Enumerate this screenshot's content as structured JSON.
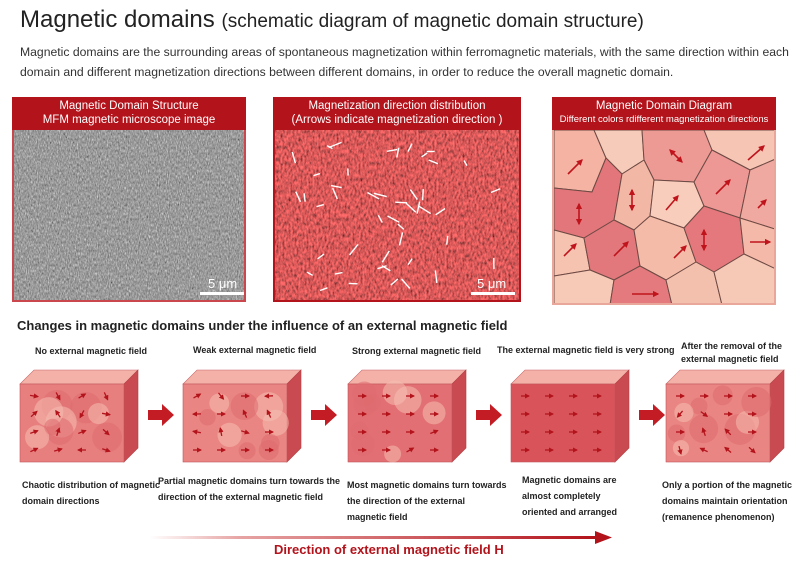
{
  "header": {
    "title_main": "Magnetic domains",
    "title_sub": "(schematic diagram of magnetic domain structure)",
    "intro": "Magnetic domains are the surrounding areas of spontaneous magnetization within ferromagnetic materials, with the same direction within each domain and different magnetization directions between different domains, in order to reduce the overall magnetic domain."
  },
  "panels": [
    {
      "line1": "Magnetic Domain Structure",
      "line2": "MFM magnetic microscope image",
      "scale": "5 μm"
    },
    {
      "line1": "Magnetization direction distribution",
      "line2": "(Arrows indicate magnetization direction )",
      "scale": "5 μm"
    },
    {
      "line1": "Magnetic Domain Diagram",
      "line2": "Different colors rdifferent magnetization directions"
    }
  ],
  "section_title": "Changes in magnetic domains under the influence of an external magnetic field",
  "stages": [
    {
      "label": "No external magnetic field",
      "caption": "Chaotic distribution of magnetic domain directions"
    },
    {
      "label": "Weak external magnetic field",
      "caption": "Partial magnetic domains turn towards the direction of the external magnetic field"
    },
    {
      "label": "Strong external magnetic field",
      "caption": "Most magnetic domains turn towards the direction of the external magnetic field"
    },
    {
      "label": "The external magnetic field is very strong",
      "caption": "Magnetic domains are almost completely oriented and arranged"
    },
    {
      "label": "After the removal of the external magnetic field",
      "caption": "Only a portion of the magnetic domains maintain orientation (remanence phenomenon)"
    }
  ],
  "field_direction": "Direction of external magnetic field H",
  "colors": {
    "accent": "#b3131b",
    "domain_dark": "#d9545a",
    "domain_mid": "#ea8b87",
    "domain_light": "#f7c2b2"
  }
}
